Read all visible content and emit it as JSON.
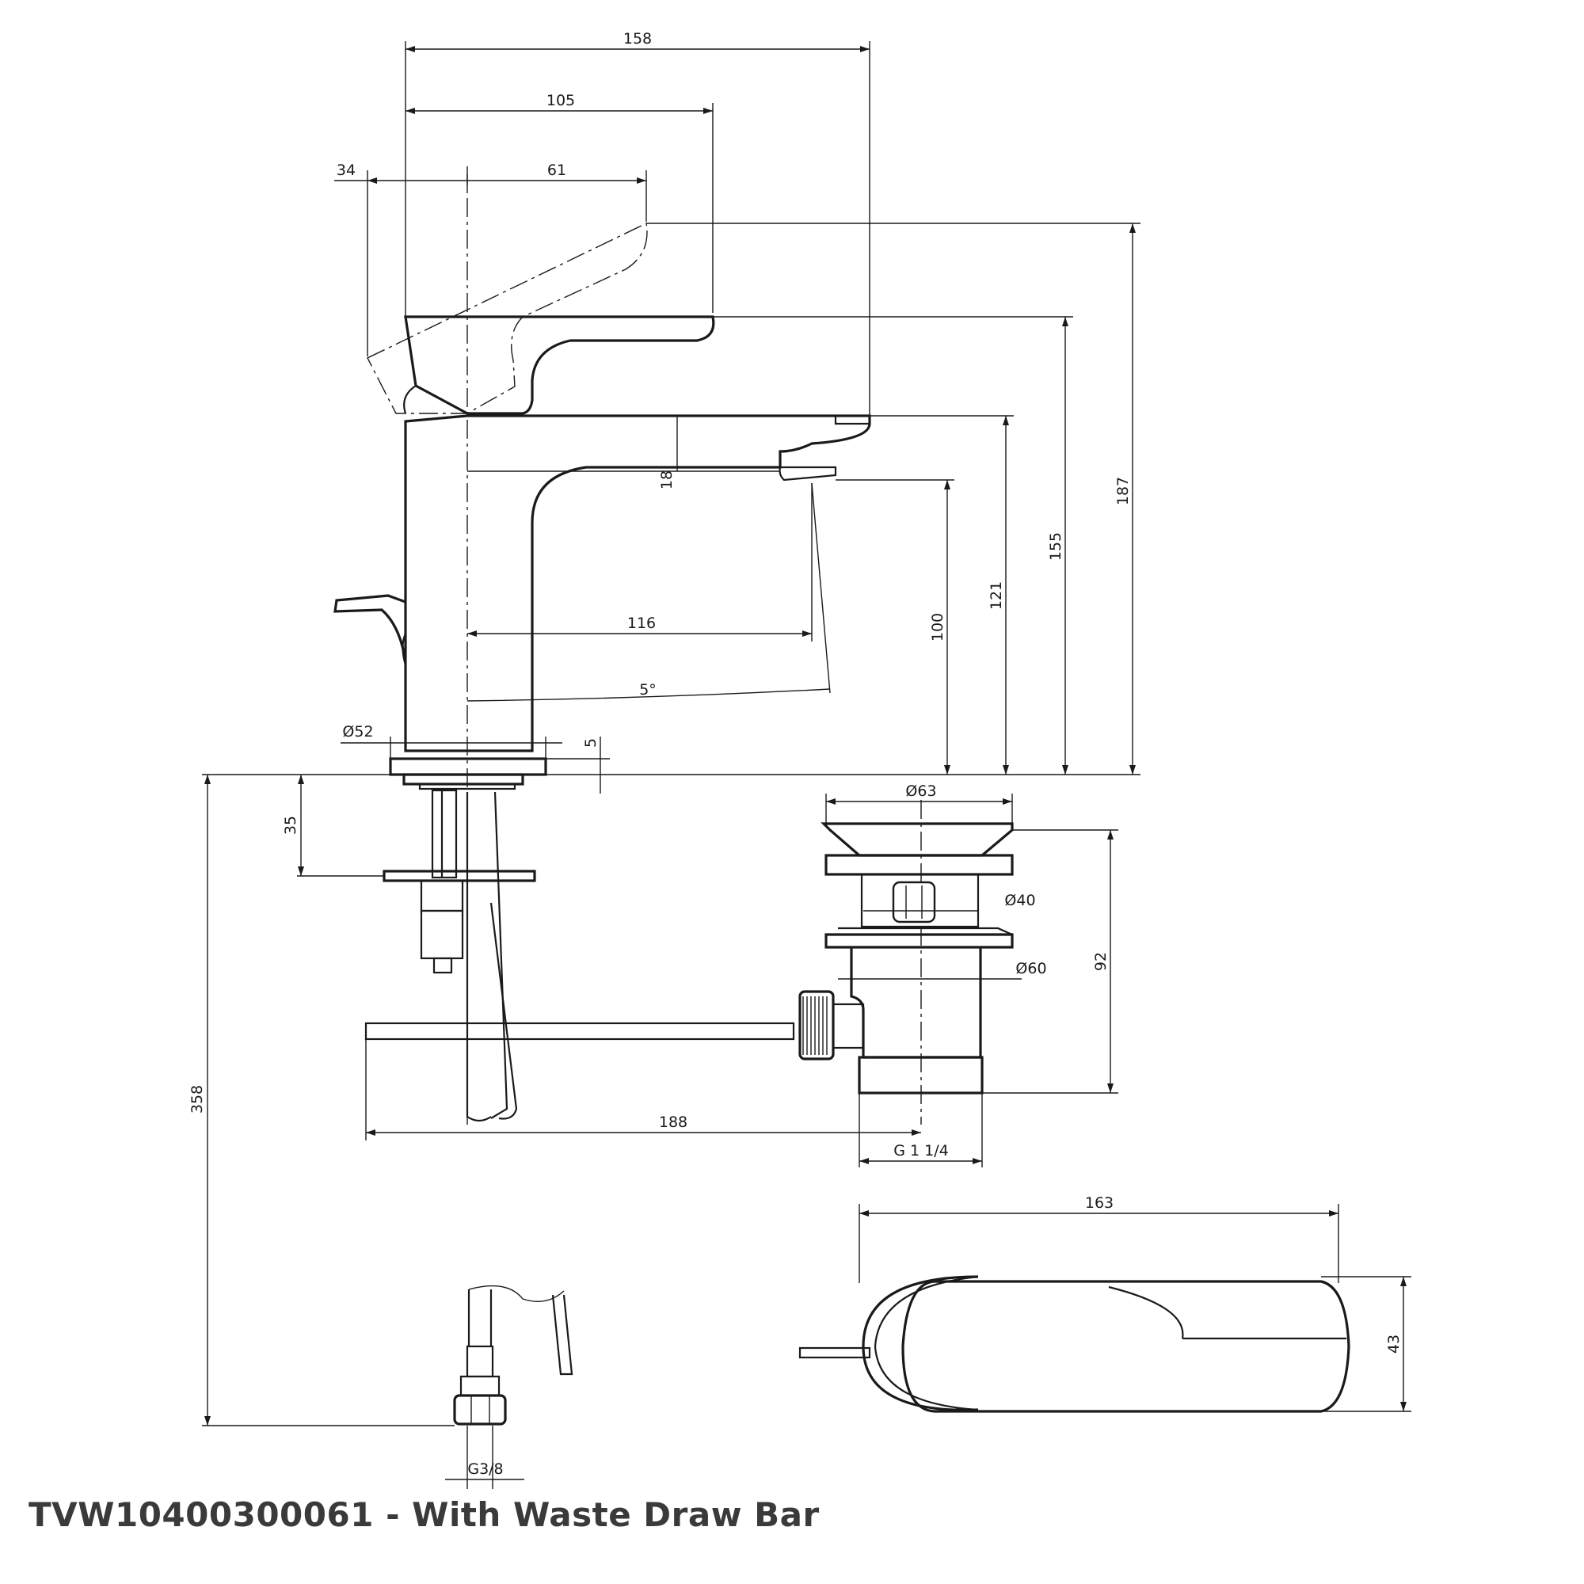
{
  "caption": "TVW10400300061 - With Waste Draw Bar",
  "dimensions": {
    "d158": "158",
    "d105": "105",
    "d34": "34",
    "d61": "61",
    "d187": "187",
    "d155": "155",
    "d121": "121",
    "d100": "100",
    "d18": "18",
    "d116": "116",
    "angle5": "5°",
    "dia52": "Ø52",
    "d5": "5",
    "d35": "35",
    "d358": "358",
    "dia63": "Ø63",
    "dia40": "Ø40",
    "dia60": "Ø60",
    "d92": "92",
    "d188": "188",
    "g114": "G 1 1/4",
    "d163": "163",
    "d43": "43",
    "g38": "G3/8"
  }
}
